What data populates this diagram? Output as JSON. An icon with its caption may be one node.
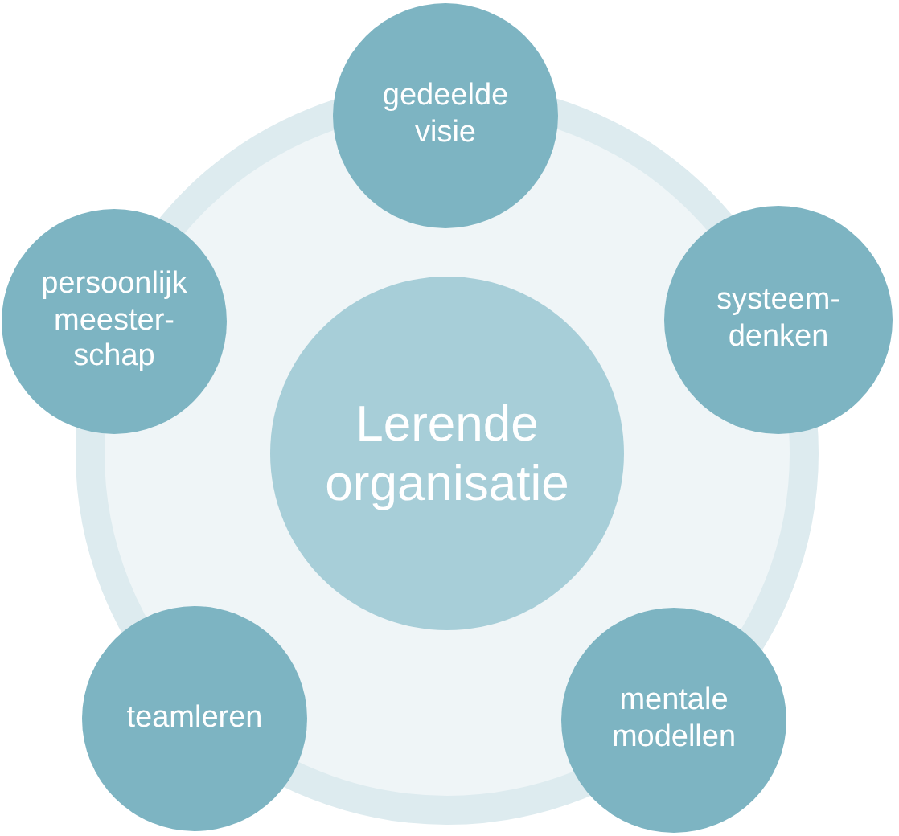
{
  "diagram": {
    "nodes": [
      {
        "text": [
          "Lerende organisatie"
        ]
      },
      {
        "text": [
          "gedeelde visie"
        ]
      },
      {
        "text": [
          "systeem- denken"
        ]
      },
      {
        "text": [
          "mentale modellen"
        ]
      },
      {
        "text": [
          "teamleren"
        ]
      },
      {
        "text": [
          "persoonlijk meester- schap"
        ]
      }
    ]
  }
}
